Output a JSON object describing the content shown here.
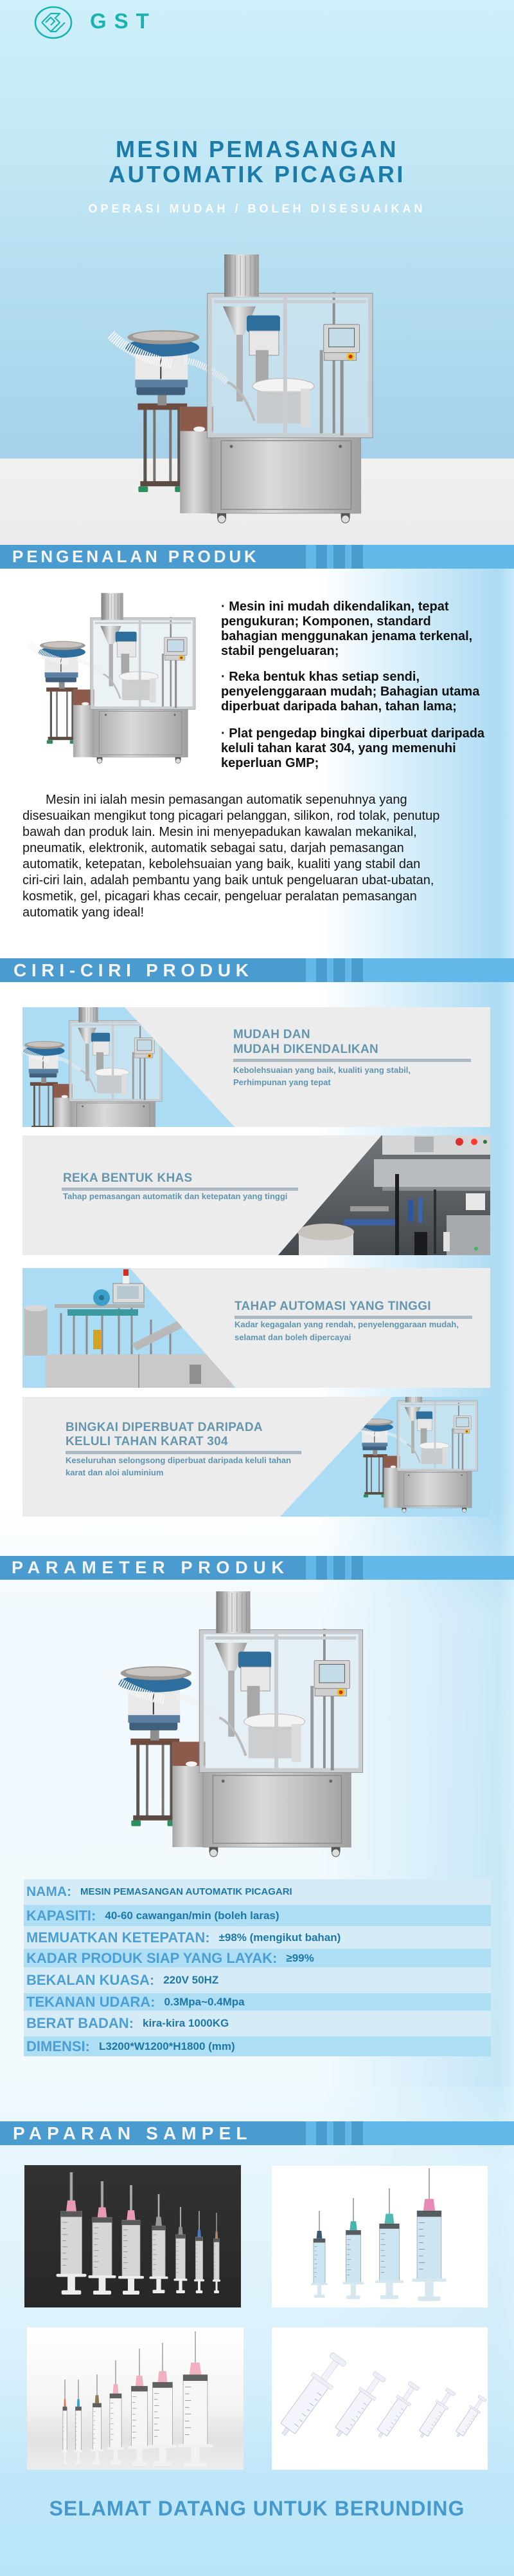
{
  "theme": {
    "brand_teal": "#1ab4b0",
    "title_blue": "#1b7ba9",
    "header_dark": "#4a9bd0",
    "header_light": "#62b8e8",
    "feature_text": "#6497ae",
    "feature_sub": "#5f95b0",
    "table_label": "#4c9fd5",
    "table_value": "#1d77a7",
    "table_row_light": "#d5ebf6",
    "table_row_blue": "#aedef3",
    "cta_blue": "#4599cc"
  },
  "brand": {
    "logo_text": "GST",
    "logo_icon": "gst-emblem-icon"
  },
  "hero": {
    "title_lines": [
      "MESIN PEMASANGAN",
      "AUTOMATIK PICAGARI"
    ],
    "subtitle": "OPERASI MUDAH / BOLEH DISESUAIKAN"
  },
  "intro": {
    "heading": "PENGENALAN PRODUK",
    "bullets": [
      {
        "lines": [
          "· Mesin ini mudah dikendalikan, tepat",
          "pengukuran; Komponen, standard",
          "bahagian menggunakan jenama terkenal,",
          "stabil pengeluaran;"
        ]
      },
      {
        "lines": [
          "· Reka bentuk khas setiap sendi,",
          "penyelenggaraan mudah; Bahagian utama",
          "diperbuat daripada bahan, tahan lama;"
        ]
      },
      {
        "lines": [
          "· Plat pengedap bingkai diperbuat daripada",
          "keluli tahan karat 304, yang memenuhi",
          "keperluan GMP;"
        ]
      }
    ],
    "paragraph_lines": [
      "Mesin ini ialah mesin pemasangan automatik sepenuhnya yang",
      "disesuaikan mengikut tong picagari pelanggan, silikon, rod tolak, penutup",
      "bawah dan produk lain. Mesin ini menyepadukan kawalan mekanikal,",
      "pneumatik, elektronik, automatik sebagai satu, darjah pemasangan",
      "automatik, ketepatan, kebolehsuaian yang baik, kualiti yang stabil dan",
      "ciri-ciri lain, adalah pembantu yang baik untuk pengeluaran ubat-ubatan,",
      "kosmetik, gel, picagari khas cecair, pengeluar peralatan pemasangan",
      "automatik yang ideal!"
    ]
  },
  "features": {
    "heading": "CIRI-CIRI PRODUK",
    "cards": [
      {
        "title_lines": [
          "MUDAH DAN",
          "MUDAH DIKENDALIKAN"
        ],
        "subtitle_lines": [
          "Kebolehsuaian yang baik, kualiti yang stabil,",
          "Perhimpunan yang tepat"
        ]
      },
      {
        "title_lines": [
          "REKA BENTUK KHAS"
        ],
        "subtitle_lines": [
          "Tahap pemasangan automatik dan ketepatan yang tinggi"
        ]
      },
      {
        "title_lines": [
          "TAHAP AUTOMASI YANG TINGGI"
        ],
        "subtitle_lines": [
          "Kadar kegagalan yang rendah, penyelenggaraan mudah,",
          "selamat dan boleh dipercayai"
        ]
      },
      {
        "title_lines": [
          "BINGKAI DIPERBUAT DARIPADA",
          "KELULI TAHAN KARAT 304"
        ],
        "subtitle_lines": [
          "Keseluruhan selongsong diperbuat daripada keluli tahan",
          "karat dan aloi aluminium"
        ]
      }
    ]
  },
  "parameters": {
    "heading": "PARAMETER PRODUK",
    "rows": [
      {
        "label": "NAMA:",
        "value": "MESIN PEMASANGAN AUTOMATIK PICAGARI"
      },
      {
        "label": "KAPASITI:",
        "value": "40-60 cawangan/min (boleh laras)"
      },
      {
        "label": "MEMUATKAN KETEPATAN:",
        "value": "±98% (mengikut bahan)"
      },
      {
        "label": "KADAR PRODUK SIAP YANG LAYAK:",
        "value": "≥99%"
      },
      {
        "label": "BEKALAN KUASA:",
        "value": "220V 50HZ"
      },
      {
        "label": "TEKANAN UDARA:",
        "value": "0.3Mpa~0.4Mpa"
      },
      {
        "label": "BERAT BADAN:",
        "value": "kira-kira 1000KG"
      },
      {
        "label": "DIMENSI:",
        "value": "L3200*W1200*H1800 (mm)"
      }
    ]
  },
  "samples": {
    "heading": "PAPARAN SAMPEL"
  },
  "footer": {
    "cta": "SELAMAT DATANG UNTUK BERUNDING"
  }
}
